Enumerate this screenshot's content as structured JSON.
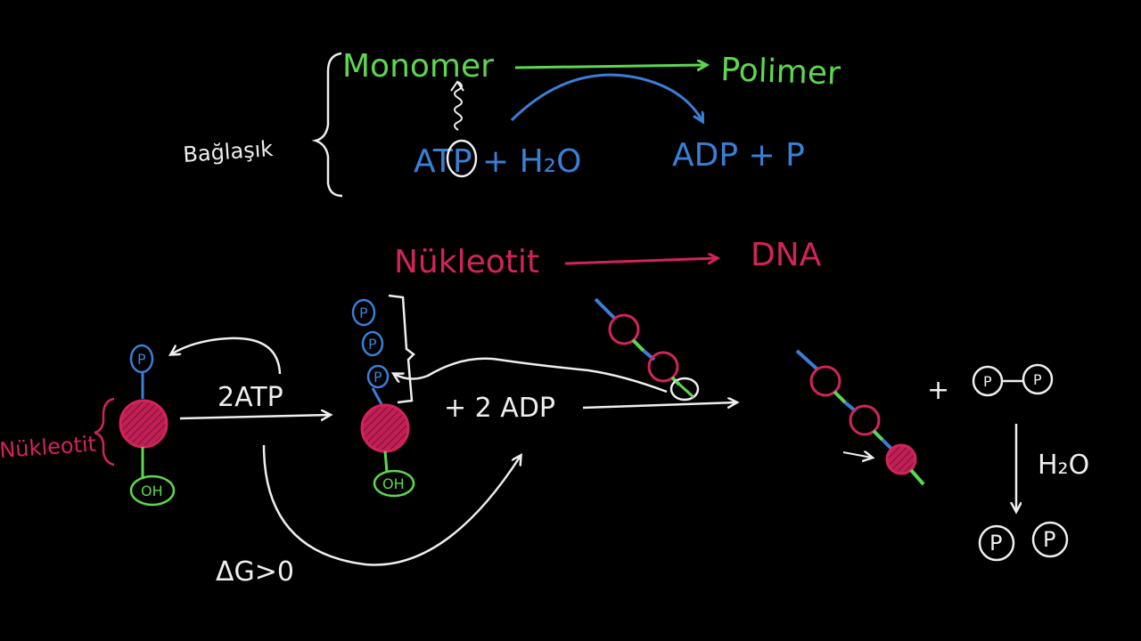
{
  "colors": {
    "green": "#5fd64f",
    "blue": "#3a7fd6",
    "pink": "#d3245a",
    "white": "#eeeeee",
    "background": "#000000"
  },
  "top": {
    "bracket_label": "Bağlaşık",
    "monomer": "Monomer",
    "polimer": "Polimer",
    "atp_water": "ATP + H₂O",
    "adp_p": "ADP + P"
  },
  "middle": {
    "nukleotit": "Nükleotit",
    "dna": "DNA"
  },
  "bottom": {
    "side_label": "Nükleotit",
    "phosphate": "P",
    "oh": "OH",
    "two_atp": "2ATP",
    "plus_two_adp": "+ 2 ADP",
    "delta_g": "ΔG>0",
    "plus": "+",
    "water": "H₂O"
  }
}
